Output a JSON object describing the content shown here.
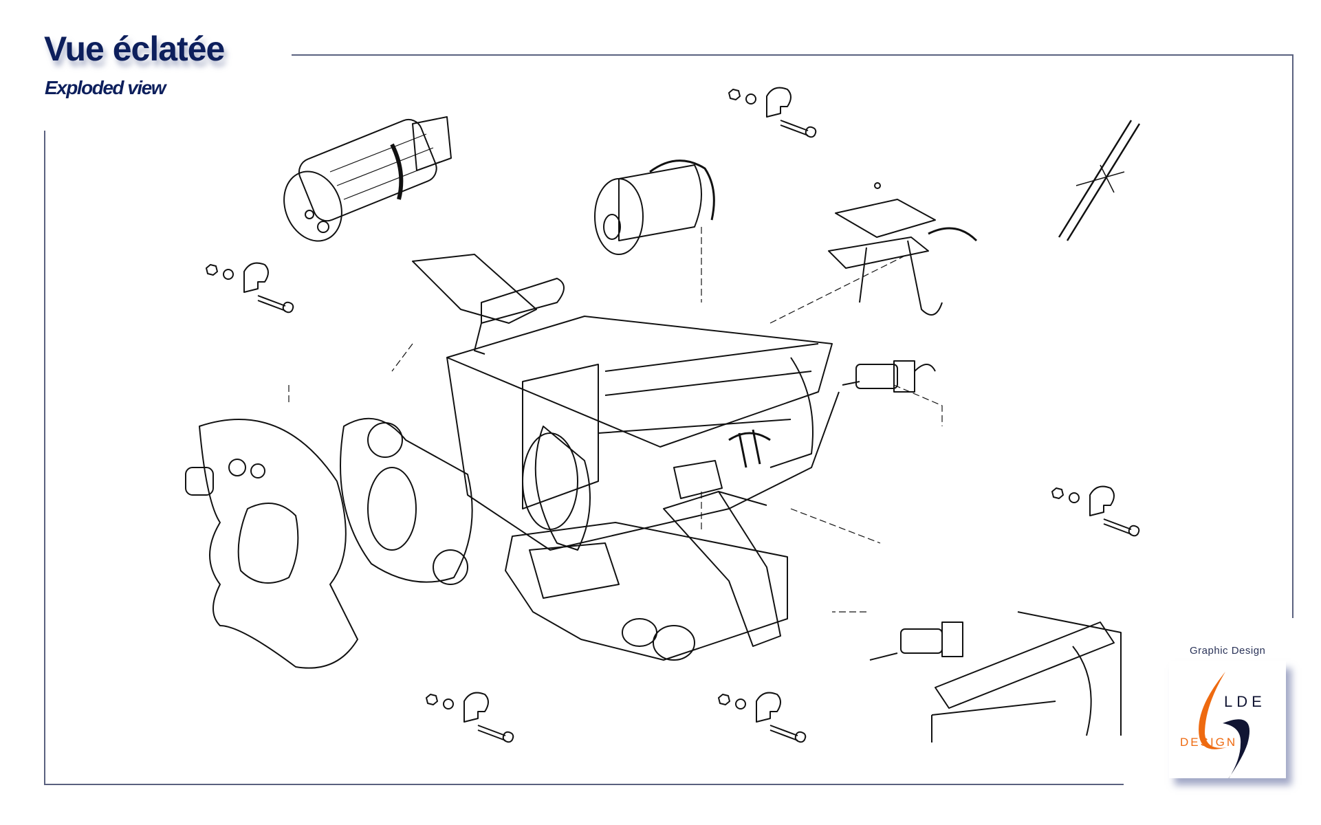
{
  "header": {
    "title": "Vue éclatée",
    "subtitle": "Exploded view"
  },
  "branding": {
    "caption": "Graphic Design",
    "logo_mark": "LDE",
    "logo_word": "DESIGN"
  },
  "colors": {
    "title": "#0d1f5c",
    "frame": "#59607e",
    "logo_orange": "#ee6a10",
    "logo_navy": "#111533"
  }
}
